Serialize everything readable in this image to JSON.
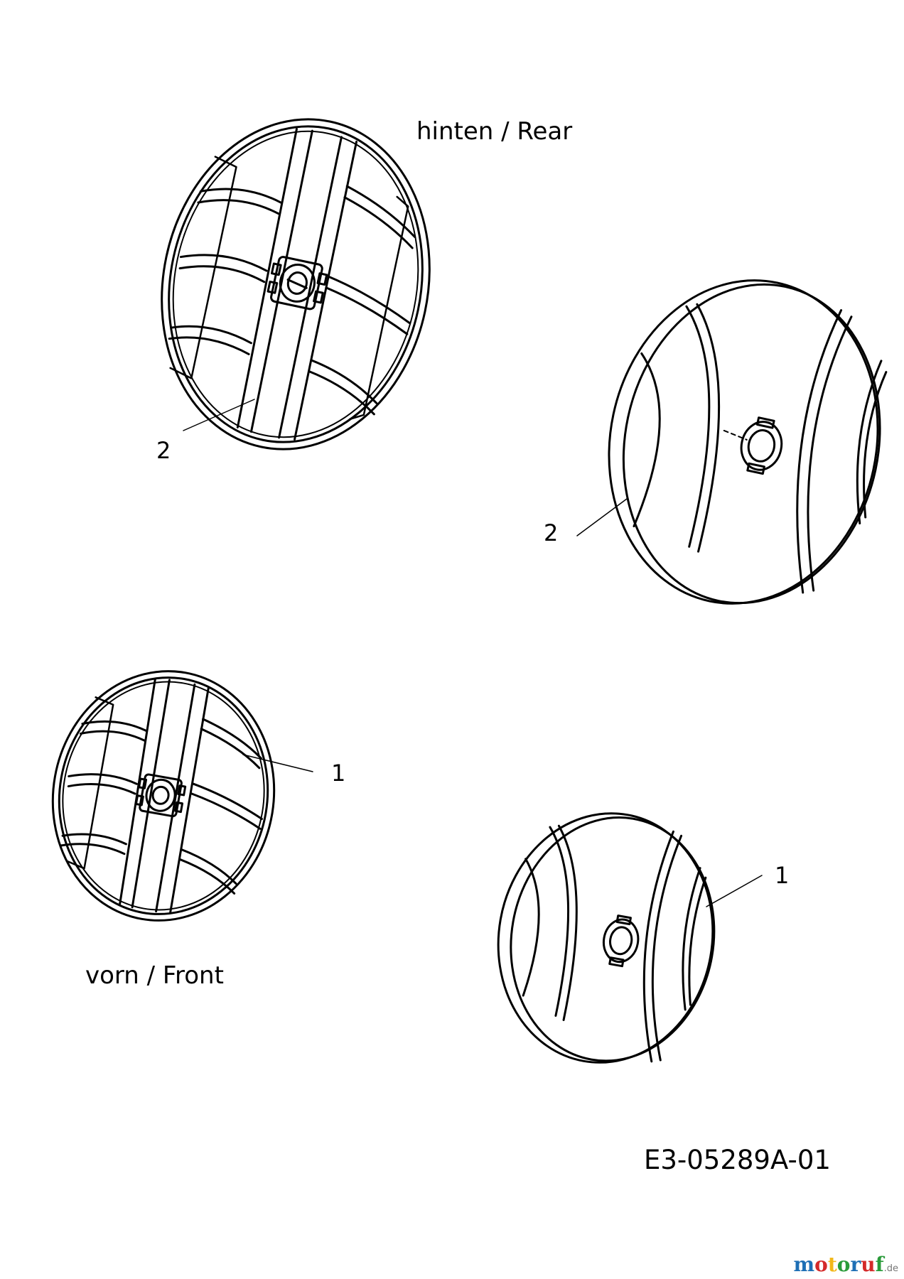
{
  "labels": {
    "rear": "hinten / Rear",
    "front": "vorn / Front",
    "part_number": "E3-05289A-01"
  },
  "callouts": {
    "rear_inner": "2",
    "rear_outer": "2",
    "front_inner": "1",
    "front_outer": "1"
  },
  "logo": {
    "letters": [
      "m",
      "o",
      "t",
      "o",
      "r",
      "u",
      "f"
    ],
    "suffix": ".de",
    "colors": [
      "#1e6fb5",
      "#d42a2a",
      "#f2b81a",
      "#2a9b3a",
      "#1e6fb5",
      "#d42a2a",
      "#2a9b3a"
    ]
  },
  "colors": {
    "line": "#000000",
    "background": "#ffffff"
  }
}
